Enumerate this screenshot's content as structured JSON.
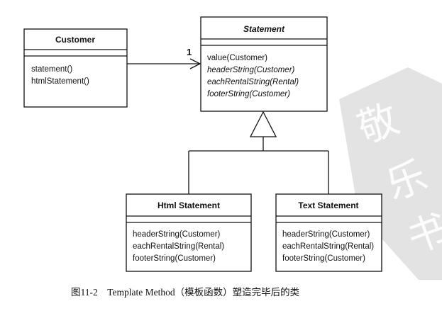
{
  "customer": {
    "name": "Customer",
    "operations": [
      "statement()",
      "htmlStatement()"
    ]
  },
  "statement": {
    "name": "Statement",
    "operations": [
      {
        "text": "value(Customer)",
        "italic": false
      },
      {
        "text": "headerString(Customer)",
        "italic": true
      },
      {
        "text": "eachRentalString(Rental)",
        "italic": true
      },
      {
        "text": "footerString(Customer)",
        "italic": true
      }
    ]
  },
  "html_statement": {
    "name": "Html Statement",
    "operations": [
      "headerString(Customer)",
      "eachRentalString(Rental)",
      "footerString(Customer)"
    ]
  },
  "text_statement": {
    "name": "Text Statement",
    "operations": [
      "headerString(Customer)",
      "eachRentalString(Rental)",
      "footerString(Customer)"
    ]
  },
  "association": {
    "multiplicity": "1"
  },
  "caption": "图11-2　Template Method（模板函数）塑造完毕后的类",
  "watermark": {
    "text": "敬乐书",
    "color": "#d9d9d9"
  },
  "colors": {
    "line": "#111111",
    "background": "#ffffff"
  }
}
